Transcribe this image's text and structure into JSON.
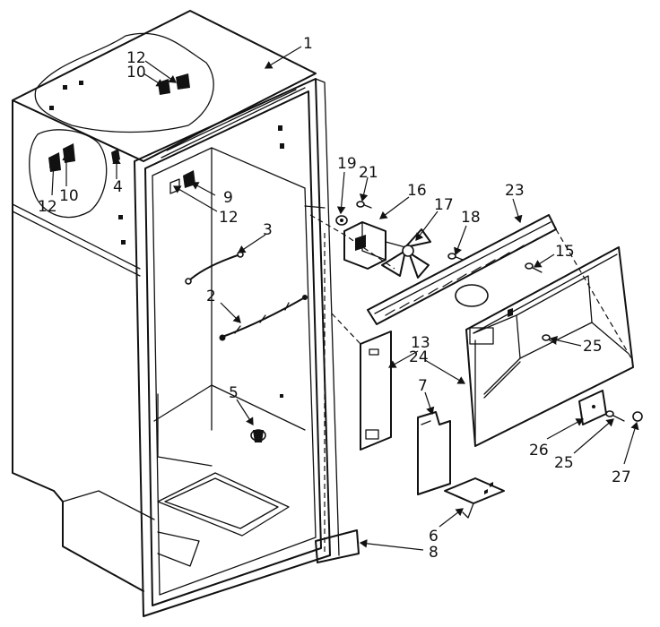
{
  "callouts": [
    "1",
    "12",
    "10",
    "12",
    "10",
    "4",
    "9",
    "12",
    "3",
    "2",
    "5",
    "19",
    "21",
    "16",
    "17",
    "18",
    "23",
    "15",
    "13",
    "24",
    "7",
    "25",
    "26",
    "25",
    "27",
    "6",
    "8"
  ],
  "colors": {
    "ink": "#111111",
    "paper": "#ffffff"
  }
}
